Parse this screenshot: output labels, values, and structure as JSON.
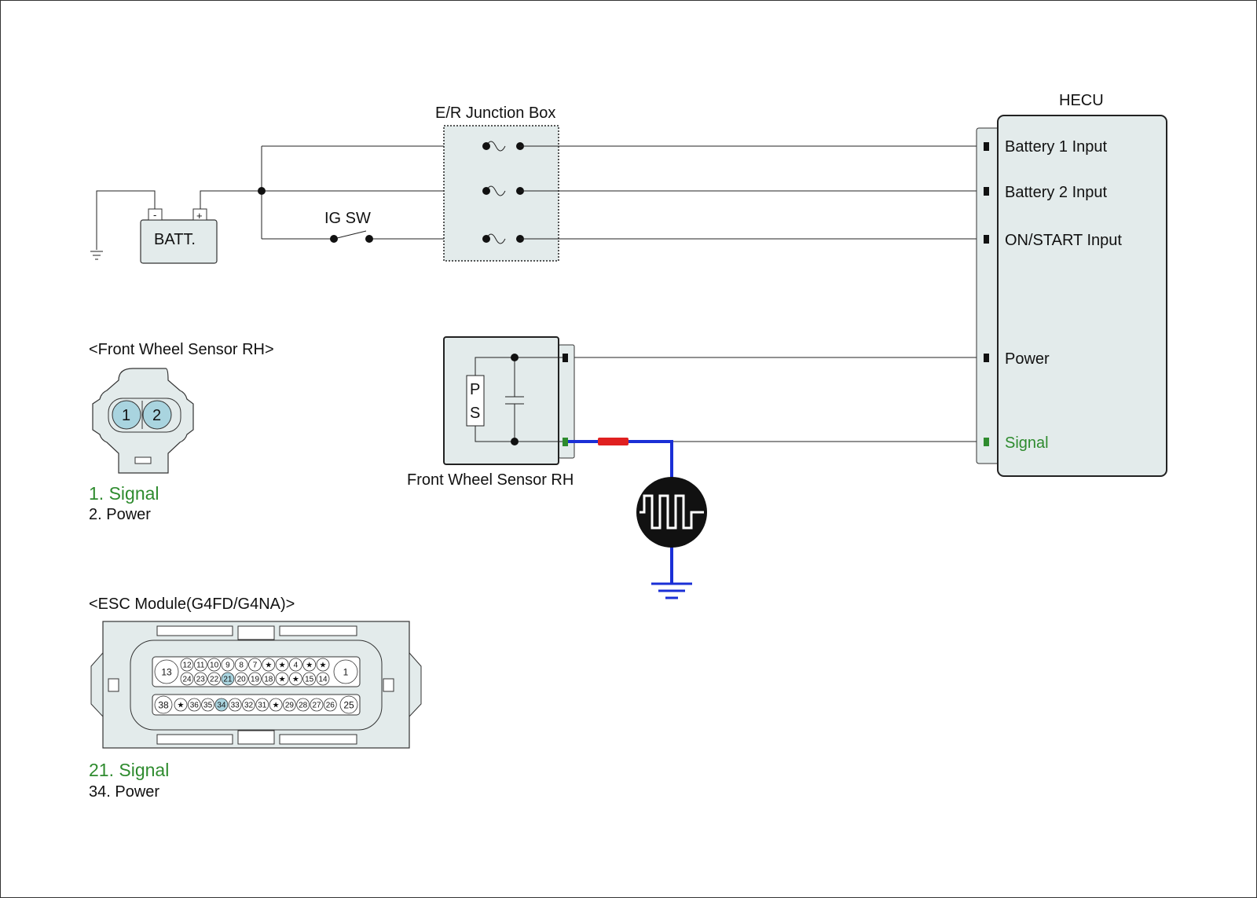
{
  "labels": {
    "junction_box": "E/R Junction Box",
    "hecu": "HECU",
    "batt": "BATT.",
    "batt_neg": "-",
    "batt_pos": "+",
    "ig_sw": "IG SW",
    "sensor_caption": "Front Wheel Sensor RH",
    "sensor_p": "P",
    "sensor_s": "S"
  },
  "hecu_pins": [
    {
      "label": "Battery 1 Input",
      "color": "#111111"
    },
    {
      "label": "Battery 2 Input",
      "color": "#111111"
    },
    {
      "label": "ON/START Input",
      "color": "#111111"
    },
    {
      "label": "Power",
      "color": "#111111"
    },
    {
      "label": "Signal",
      "color": "#2e8b2e"
    }
  ],
  "front_sensor_connector": {
    "title": "<Front Wheel Sensor RH>",
    "pins": [
      "1",
      "2"
    ],
    "legend": [
      {
        "text": "1. Signal",
        "color": "#2e8b2e"
      },
      {
        "text": "2. Power",
        "color": "#111111"
      }
    ]
  },
  "esc_connector": {
    "title": "<ESC Module(G4FD/G4NA)>",
    "row1_big_left": "13",
    "row1_big_right": "1",
    "row1_top": [
      "12",
      "11",
      "10",
      "9",
      "8",
      "7",
      "★",
      "★",
      "4",
      "★",
      "★"
    ],
    "row1_bottom": [
      "24",
      "23",
      "22",
      "21",
      "20",
      "19",
      "18",
      "★",
      "★",
      "15",
      "14"
    ],
    "row2_big_left": "38",
    "row2_big_right": "25",
    "row2": [
      "★",
      "36",
      "35",
      "34",
      "33",
      "32",
      "31",
      "★",
      "29",
      "28",
      "27",
      "26"
    ],
    "highlight_pins": [
      "21",
      "34"
    ],
    "legend": [
      {
        "text": "21. Signal",
        "color": "#2e8b2e"
      },
      {
        "text": "34. Power",
        "color": "#111111"
      }
    ]
  },
  "colors": {
    "box_fill": "#e3ebeb",
    "highlight_pin": "#a9d4df",
    "signal_wire": "#1a2fd6",
    "splice": "#e02020",
    "green_terminal": "#2e8b2e"
  }
}
